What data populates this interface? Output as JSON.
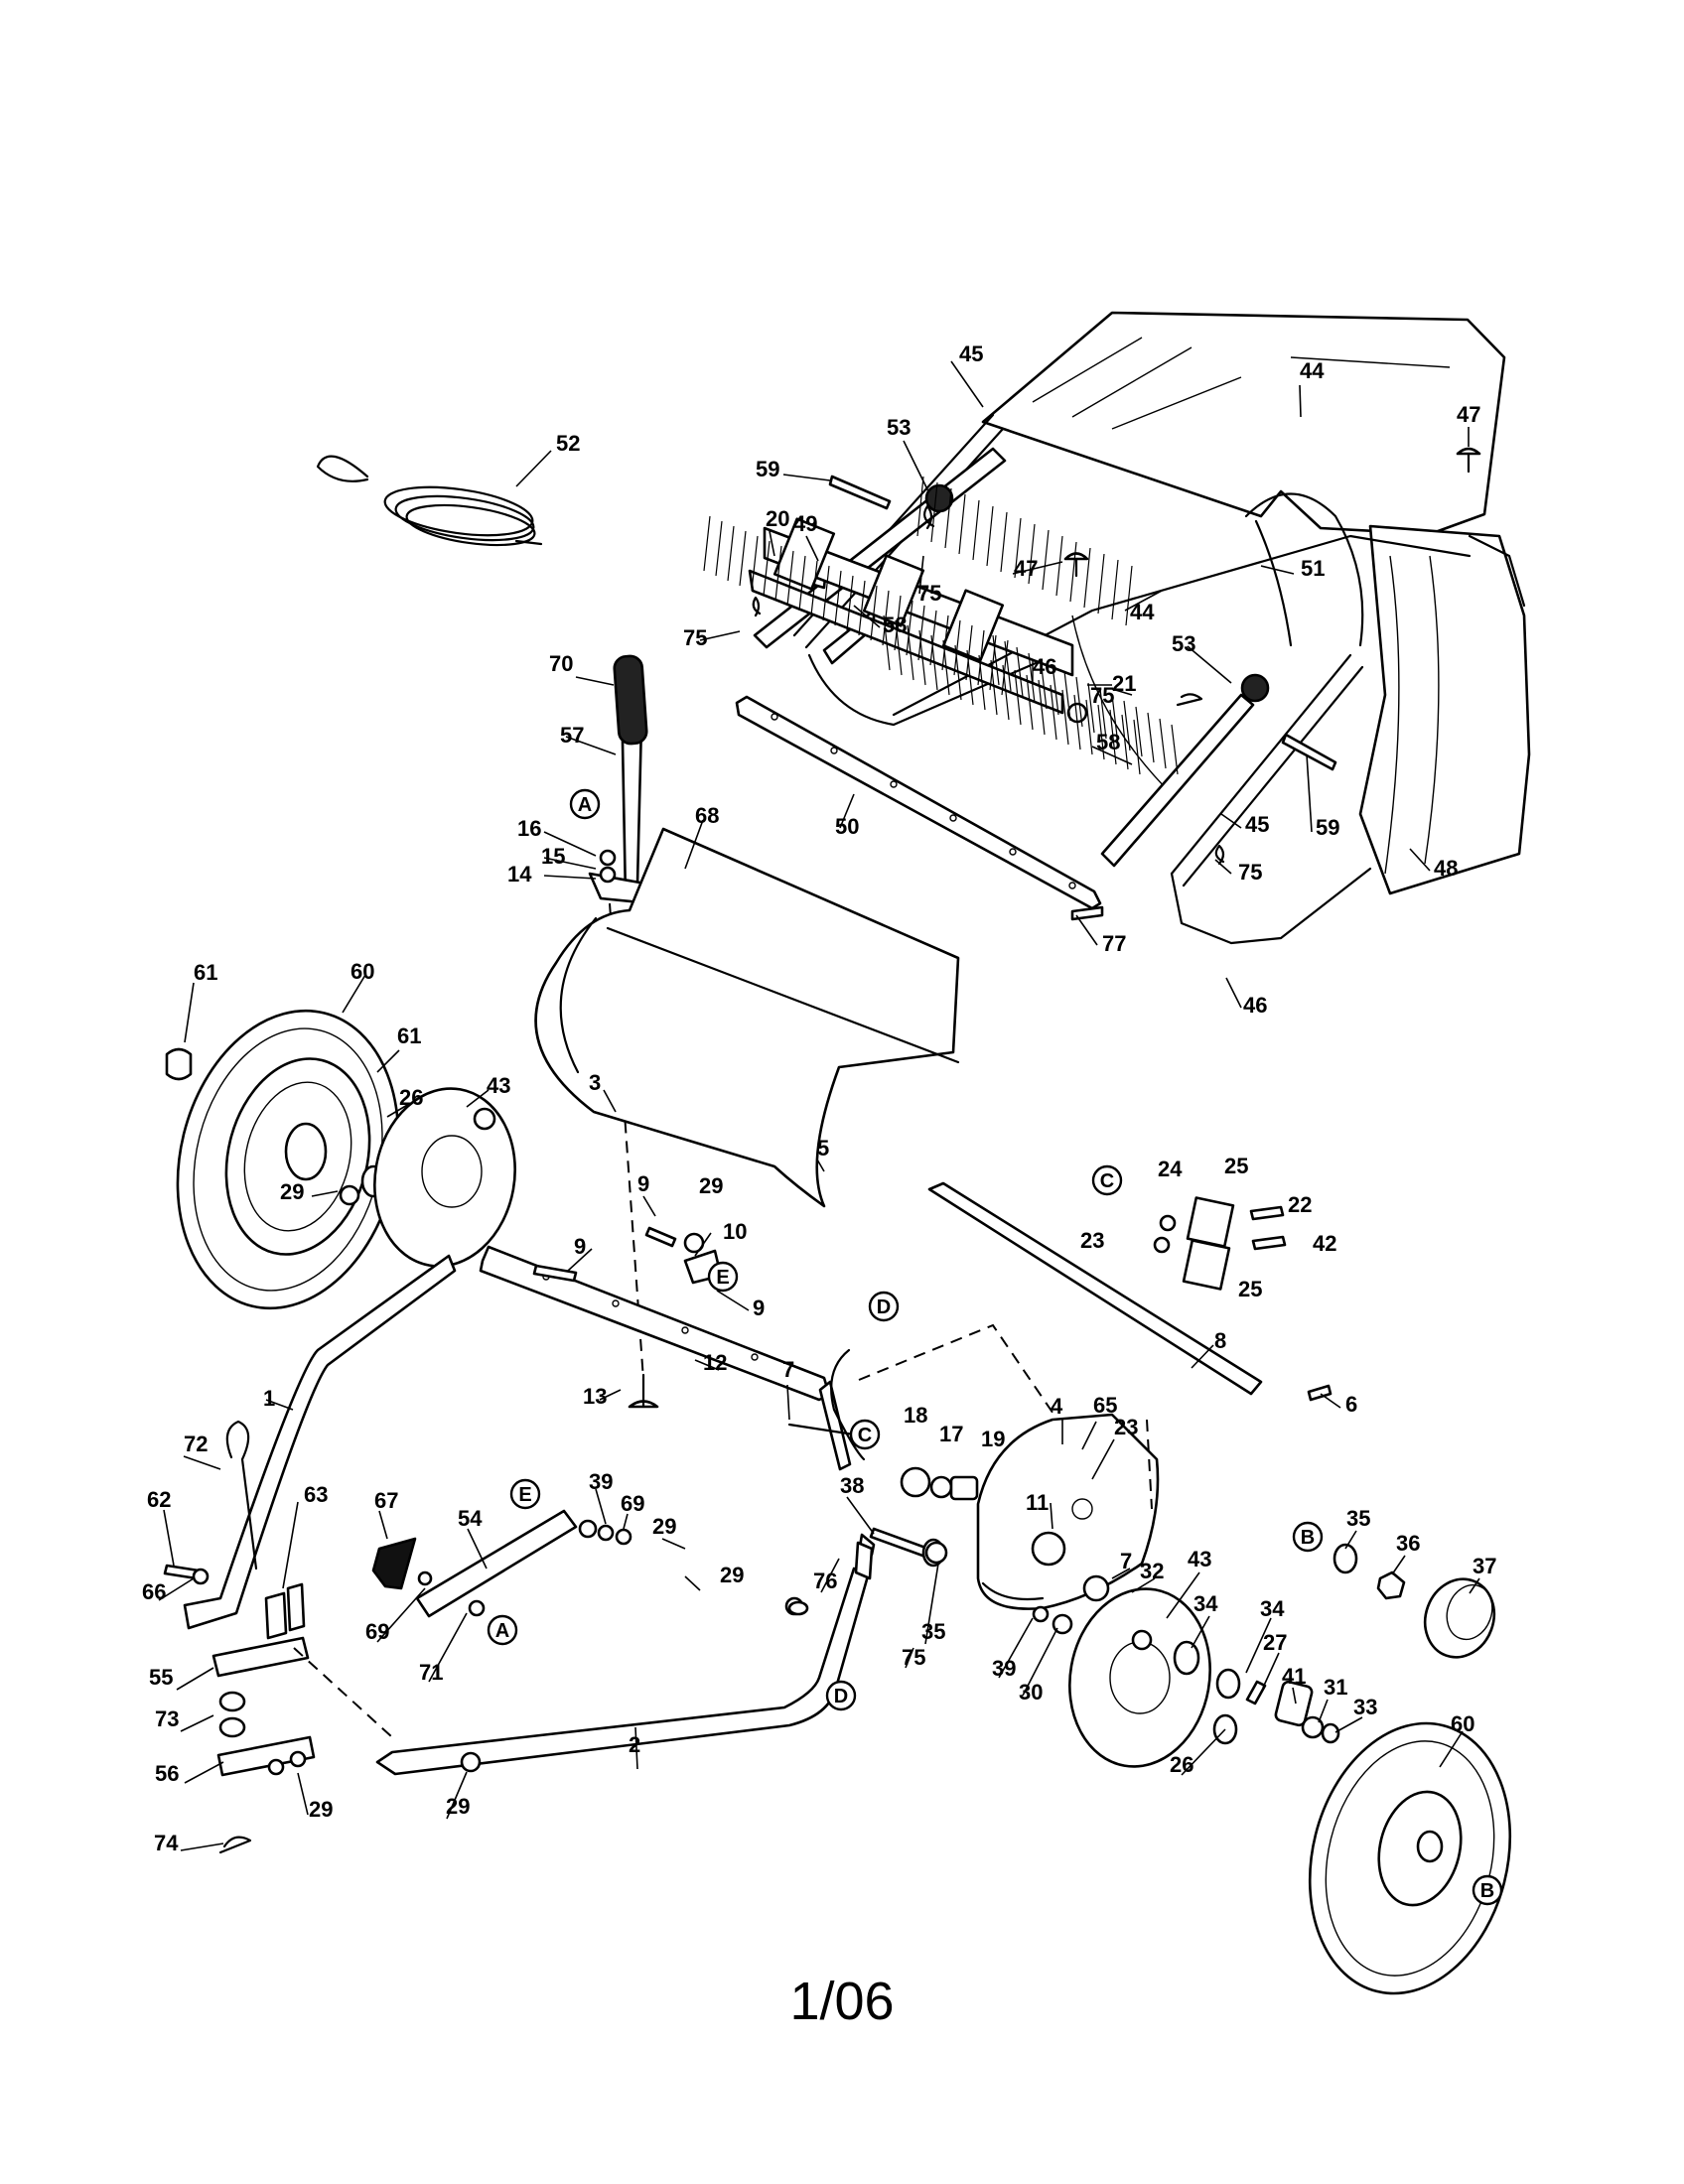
{
  "footer": {
    "date_code": "1/06"
  },
  "callout_refs": {
    "A": "A",
    "B": "B",
    "C": "C",
    "D": "D",
    "E": "E"
  },
  "part_numbers": {
    "p1": "1",
    "p2": "2",
    "p3": "3",
    "p4": "4",
    "p5": "5",
    "p6": "6",
    "p7": "7",
    "p8": "8",
    "p9": "9",
    "p10": "10",
    "p11": "11",
    "p12": "12",
    "p13": "13",
    "p14": "14",
    "p15": "15",
    "p16": "16",
    "p17": "17",
    "p18": "18",
    "p19": "19",
    "p20": "20",
    "p21": "21",
    "p22": "22",
    "p23": "23",
    "p24": "24",
    "p25": "25",
    "p26": "26",
    "p27": "27",
    "p29": "29",
    "p30": "30",
    "p31": "31",
    "p32": "32",
    "p33": "33",
    "p34": "34",
    "p35": "35",
    "p36": "36",
    "p37": "37",
    "p38": "38",
    "p39": "39",
    "p41": "41",
    "p42": "42",
    "p43": "43",
    "p44": "44",
    "p45": "45",
    "p46": "46",
    "p47": "47",
    "p48": "48",
    "p49": "49",
    "p50": "50",
    "p51": "51",
    "p52": "52",
    "p53": "53",
    "p54": "54",
    "p55": "55",
    "p56": "56",
    "p57": "57",
    "p58": "58",
    "p59": "59",
    "p60": "60",
    "p61": "61",
    "p62": "62",
    "p63": "63",
    "p65": "65",
    "p66": "66",
    "p67": "67",
    "p68": "68",
    "p69": "69",
    "p70": "70",
    "p71": "71",
    "p72": "72",
    "p73": "73",
    "p74": "74",
    "p75": "75",
    "p76": "76",
    "p77": "77"
  }
}
